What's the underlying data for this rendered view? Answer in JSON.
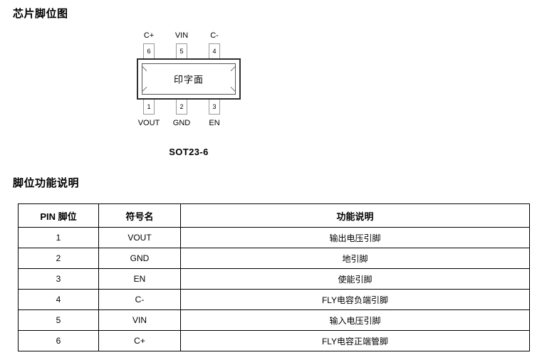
{
  "headings": {
    "pinout": "芯片脚位图",
    "pin_function": "脚位功能说明"
  },
  "package_diagram": {
    "body_text": "印字面",
    "caption": "SOT23-6",
    "top_pins": [
      {
        "number": "6",
        "label": "C+"
      },
      {
        "number": "5",
        "label": "VIN"
      },
      {
        "number": "4",
        "label": "C-"
      }
    ],
    "bottom_pins": [
      {
        "number": "1",
        "label": "VOUT"
      },
      {
        "number": "2",
        "label": "GND"
      },
      {
        "number": "3",
        "label": "EN"
      }
    ]
  },
  "pin_table": {
    "headers": [
      "PIN 脚位",
      "符号名",
      "功能说明"
    ],
    "rows": [
      {
        "pin": "1",
        "symbol": "VOUT",
        "description": "输出电压引脚"
      },
      {
        "pin": "2",
        "symbol": "GND",
        "description": "地引脚"
      },
      {
        "pin": "3",
        "symbol": "EN",
        "description": "使能引脚"
      },
      {
        "pin": "4",
        "symbol": "C-",
        "description": "FLY电容负端引脚"
      },
      {
        "pin": "5",
        "symbol": "VIN",
        "description": "输入电压引脚"
      },
      {
        "pin": "6",
        "symbol": "C+",
        "description": "FLY电容正端管脚"
      }
    ]
  },
  "colors": {
    "text": "#000000",
    "table_border": "#000000",
    "pad_border": "#9a9a9a",
    "body_border": "#2f2f2f",
    "background": "#ffffff"
  }
}
